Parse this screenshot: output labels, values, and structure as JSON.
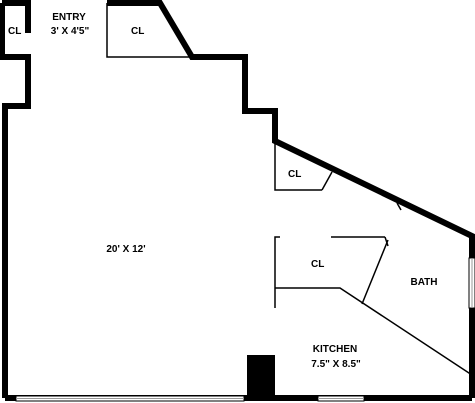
{
  "colors": {
    "wall": "#000000",
    "partition": "#000000",
    "window": "#dddddd",
    "background": "#ffffff"
  },
  "rooms": {
    "entry": {
      "name": "ENTRY",
      "dimensions": "3' X 4'5\""
    },
    "main_room": {
      "dimensions": "20' X 12'"
    },
    "bath": {
      "name": "BATH"
    },
    "kitchen": {
      "name": "KITCHEN",
      "dimensions": "7.5\" X 8.5\""
    }
  },
  "closets": {
    "entry_left": "CL",
    "entry_right": "CL",
    "upper_right": "CL",
    "lower_right": "CL"
  }
}
